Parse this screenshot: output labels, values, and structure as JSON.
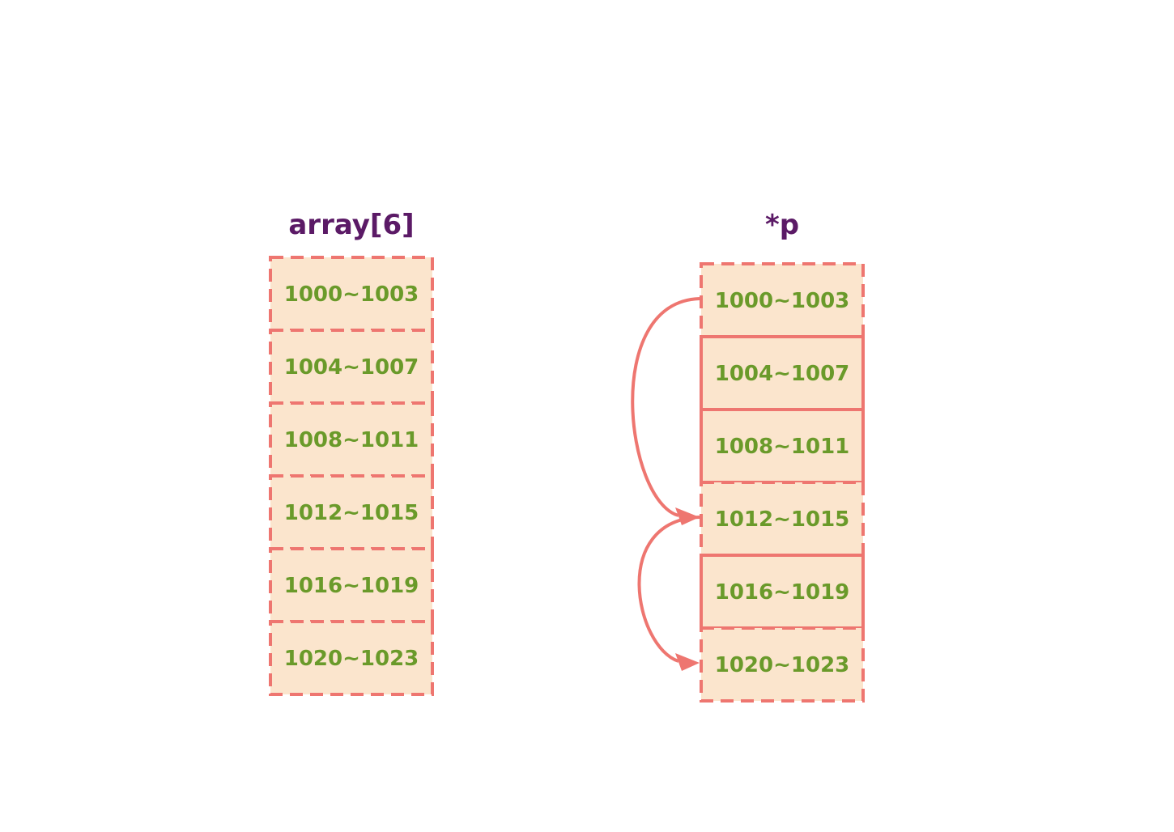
{
  "left_column": {
    "title": "array[6]",
    "cells": [
      "1000~1003",
      "1004~1007",
      "1008~1011",
      "1012~1015",
      "1016~1019",
      "1020~1023"
    ]
  },
  "right_column": {
    "title": "*p",
    "cells": [
      {
        "label": "1000~1003",
        "style": "dashed"
      },
      {
        "label": "1004~1007",
        "style": "solid"
      },
      {
        "label": "1008~1011",
        "style": "solid"
      },
      {
        "label": "1012~1015",
        "style": "dashed"
      },
      {
        "label": "1016~1019",
        "style": "solid"
      },
      {
        "label": "1020~1023",
        "style": "dashed"
      }
    ]
  },
  "arrows": [
    {
      "from": 0,
      "to": 3
    },
    {
      "from": 3,
      "to": 5
    }
  ],
  "colors": {
    "title": "#5b1a66",
    "cell_text": "#6a9a2a",
    "cell_fill": "#fbe5cd",
    "cell_border": "#ee7670",
    "arrow": "#ee7670"
  }
}
